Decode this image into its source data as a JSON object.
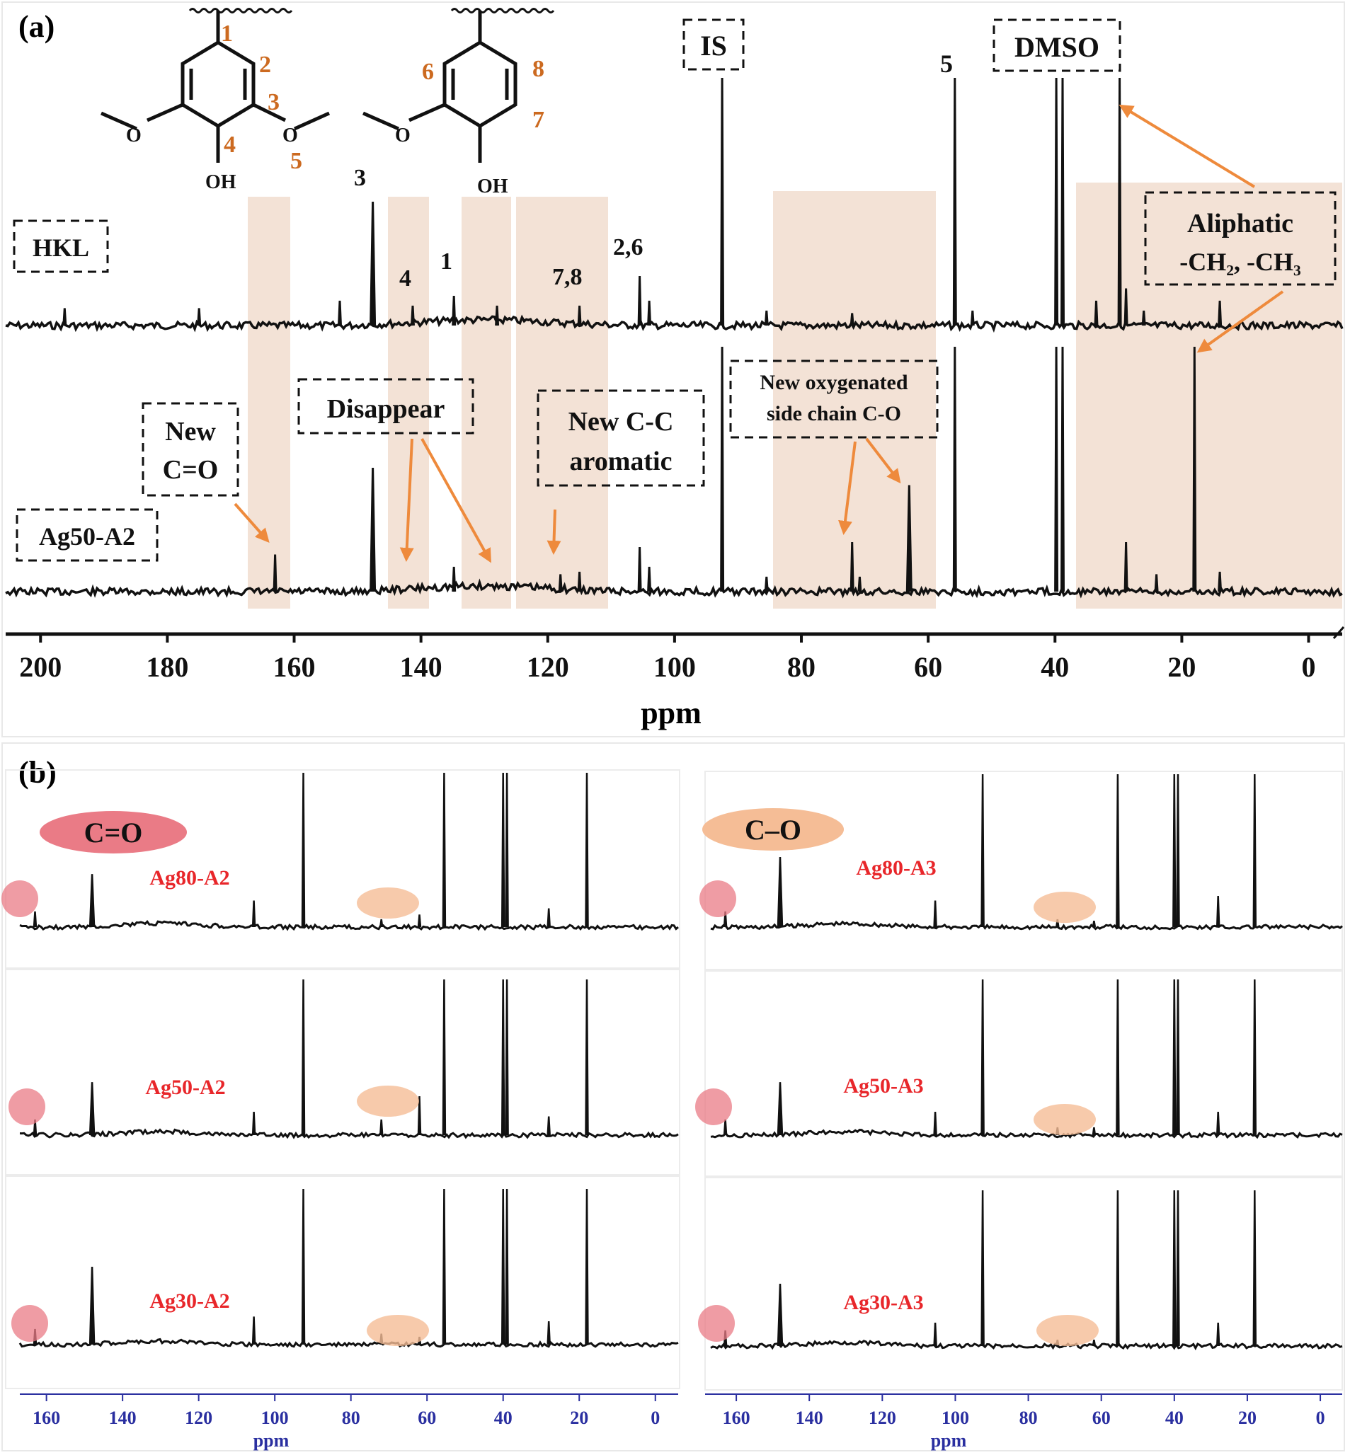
{
  "panel_a": {
    "panel_label": "(a)",
    "labels": {
      "hkl": "HKL",
      "ag50a2": "Ag50-A2",
      "is": "IS",
      "dmso": "DMSO",
      "aliphatic_1": "Aliphatic",
      "aliphatic_2": "-CH₂, -CH₃",
      "new_co_1": "New",
      "new_co_2": "C=O",
      "disappear": "Disappear",
      "new_cc_1": "New C-C",
      "new_cc_2": "aromatic",
      "new_ox_1": "New oxygenated",
      "new_ox_2": "side chain C-O"
    },
    "peak_labels": {
      "p3": "3",
      "p4": "4",
      "p1": "1",
      "p78": "7,8",
      "p26": "2,6",
      "p5": "5"
    },
    "structure_numbers": {
      "n1": "1",
      "n2": "2",
      "n3": "3",
      "n4": "4",
      "n5": "5",
      "n6": "6",
      "n7": "7",
      "n8": "8",
      "oh1": "OH",
      "oh2": "OH",
      "o1": "O",
      "o2": "O",
      "o3": "O"
    },
    "axis": {
      "xlabel": "ppm",
      "ticks": [
        "200",
        "180",
        "160",
        "140",
        "120",
        "100",
        "80",
        "60",
        "40",
        "20",
        "0"
      ]
    }
  },
  "panel_b": {
    "panel_label": "(b)",
    "left_badge": "C=O",
    "right_badge": "C–O",
    "left_labels": [
      "Ag80-A2",
      "Ag50-A2",
      "Ag30-A2"
    ],
    "right_labels": [
      "Ag80-A3",
      "Ag50-A3",
      "Ag30-A3"
    ],
    "axis": {
      "xlabel": "ppm",
      "ticks": [
        "160",
        "140",
        "120",
        "100",
        "80",
        "60",
        "40",
        "20",
        "0"
      ]
    }
  },
  "colors": {
    "highlight": "#f3e2d6",
    "arrow": "#ee8a3c",
    "red_label": "#e8262a",
    "axis_blue": "#2a2fa0",
    "co_pink": "#ea7b86",
    "co_orange": "#f5bd96"
  },
  "chart_data": [
    {
      "type": "line",
      "title": "",
      "xlabel": "ppm",
      "xlim": [
        200,
        0
      ],
      "x_reversed": true,
      "series": [
        {
          "name": "HKL",
          "peaks": [
            {
              "x": 196.2,
              "h": 0.07
            },
            {
              "x": 175.0,
              "h": 0.07
            },
            {
              "x": 152.8,
              "h": 0.1
            },
            {
              "x": 147.6,
              "h": 0.5
            },
            {
              "x": 141.3,
              "h": 0.08
            },
            {
              "x": 134.8,
              "h": 0.12
            },
            {
              "x": 128.0,
              "h": 0.08
            },
            {
              "x": 115.0,
              "h": 0.08
            },
            {
              "x": 105.5,
              "h": 0.2
            },
            {
              "x": 104.0,
              "h": 0.1
            },
            {
              "x": 92.5,
              "h": 1.0
            },
            {
              "x": 85.5,
              "h": 0.06
            },
            {
              "x": 72.0,
              "h": 0.05
            },
            {
              "x": 55.8,
              "h": 1.0
            },
            {
              "x": 53.0,
              "h": 0.06
            },
            {
              "x": 39.8,
              "h": 1.0
            },
            {
              "x": 38.8,
              "h": 1.0
            },
            {
              "x": 33.5,
              "h": 0.1
            },
            {
              "x": 29.8,
              "h": 1.0
            },
            {
              "x": 28.8,
              "h": 0.15
            },
            {
              "x": 26.0,
              "h": 0.06
            },
            {
              "x": 14.0,
              "h": 0.1
            }
          ]
        },
        {
          "name": "Ag50-A2",
          "peaks": [
            {
              "x": 163.0,
              "h": 0.15
            },
            {
              "x": 147.6,
              "h": 0.5
            },
            {
              "x": 134.8,
              "h": 0.1
            },
            {
              "x": 118.0,
              "h": 0.07
            },
            {
              "x": 115.0,
              "h": 0.08
            },
            {
              "x": 105.5,
              "h": 0.18
            },
            {
              "x": 104.0,
              "h": 0.1
            },
            {
              "x": 92.5,
              "h": 1.0
            },
            {
              "x": 85.5,
              "h": 0.06
            },
            {
              "x": 72.0,
              "h": 0.2
            },
            {
              "x": 70.8,
              "h": 0.06
            },
            {
              "x": 63.0,
              "h": 0.43
            },
            {
              "x": 55.8,
              "h": 1.0
            },
            {
              "x": 39.8,
              "h": 1.0
            },
            {
              "x": 38.8,
              "h": 1.0
            },
            {
              "x": 28.8,
              "h": 0.2
            },
            {
              "x": 24.0,
              "h": 0.07
            },
            {
              "x": 18.0,
              "h": 1.0
            },
            {
              "x": 14.0,
              "h": 0.08
            }
          ]
        }
      ]
    },
    {
      "type": "line",
      "title": "",
      "xlabel": "ppm",
      "xlim": [
        165,
        0
      ],
      "x_reversed": true,
      "series": [
        {
          "name": "Ag80-A2",
          "peaks": [
            {
              "x": 163.0,
              "h": 0.1
            },
            {
              "x": 148.0,
              "h": 0.34
            },
            {
              "x": 105.5,
              "h": 0.17
            },
            {
              "x": 92.5,
              "h": 1.0
            },
            {
              "x": 72.0,
              "h": 0.05
            },
            {
              "x": 62.0,
              "h": 0.08
            },
            {
              "x": 55.5,
              "h": 1.0
            },
            {
              "x": 40.0,
              "h": 1.0
            },
            {
              "x": 39.0,
              "h": 1.0
            },
            {
              "x": 28.0,
              "h": 0.12
            },
            {
              "x": 18.0,
              "h": 1.0
            }
          ]
        },
        {
          "name": "Ag50-A2",
          "peaks": [
            {
              "x": 163.0,
              "h": 0.1
            },
            {
              "x": 148.0,
              "h": 0.34
            },
            {
              "x": 105.5,
              "h": 0.15
            },
            {
              "x": 92.5,
              "h": 1.0
            },
            {
              "x": 72.0,
              "h": 0.1
            },
            {
              "x": 62.0,
              "h": 0.25
            },
            {
              "x": 55.5,
              "h": 1.0
            },
            {
              "x": 40.0,
              "h": 1.0
            },
            {
              "x": 39.0,
              "h": 1.0
            },
            {
              "x": 28.0,
              "h": 0.12
            },
            {
              "x": 18.0,
              "h": 1.0
            }
          ]
        },
        {
          "name": "Ag30-A2",
          "peaks": [
            {
              "x": 163.0,
              "h": 0.1
            },
            {
              "x": 148.0,
              "h": 0.5
            },
            {
              "x": 105.5,
              "h": 0.18
            },
            {
              "x": 92.5,
              "h": 1.0
            },
            {
              "x": 72.0,
              "h": 0.07
            },
            {
              "x": 62.0,
              "h": 0.05
            },
            {
              "x": 55.5,
              "h": 1.0
            },
            {
              "x": 40.0,
              "h": 1.0
            },
            {
              "x": 39.0,
              "h": 1.0
            },
            {
              "x": 28.0,
              "h": 0.15
            },
            {
              "x": 18.0,
              "h": 1.0
            }
          ]
        }
      ]
    },
    {
      "type": "line",
      "title": "",
      "xlabel": "ppm",
      "xlim": [
        165,
        0
      ],
      "x_reversed": true,
      "series": [
        {
          "name": "Ag80-A3",
          "peaks": [
            {
              "x": 163.0,
              "h": 0.1
            },
            {
              "x": 148.0,
              "h": 0.45
            },
            {
              "x": 105.5,
              "h": 0.17
            },
            {
              "x": 92.5,
              "h": 1.0
            },
            {
              "x": 72.0,
              "h": 0.05
            },
            {
              "x": 62.0,
              "h": 0.04
            },
            {
              "x": 55.5,
              "h": 1.0
            },
            {
              "x": 40.0,
              "h": 1.0
            },
            {
              "x": 39.0,
              "h": 1.0
            },
            {
              "x": 28.0,
              "h": 0.2
            },
            {
              "x": 18.0,
              "h": 1.0
            }
          ]
        },
        {
          "name": "Ag50-A3",
          "peaks": [
            {
              "x": 163.0,
              "h": 0.1
            },
            {
              "x": 148.0,
              "h": 0.34
            },
            {
              "x": 105.5,
              "h": 0.15
            },
            {
              "x": 92.5,
              "h": 1.0
            },
            {
              "x": 72.0,
              "h": 0.05
            },
            {
              "x": 62.0,
              "h": 0.05
            },
            {
              "x": 55.5,
              "h": 1.0
            },
            {
              "x": 40.0,
              "h": 1.0
            },
            {
              "x": 39.0,
              "h": 1.0
            },
            {
              "x": 28.0,
              "h": 0.15
            },
            {
              "x": 18.0,
              "h": 1.0
            }
          ]
        },
        {
          "name": "Ag30-A3",
          "peaks": [
            {
              "x": 163.0,
              "h": 0.1
            },
            {
              "x": 148.0,
              "h": 0.4
            },
            {
              "x": 105.5,
              "h": 0.15
            },
            {
              "x": 92.5,
              "h": 1.0
            },
            {
              "x": 72.0,
              "h": 0.04
            },
            {
              "x": 62.0,
              "h": 0.04
            },
            {
              "x": 55.5,
              "h": 1.0
            },
            {
              "x": 40.0,
              "h": 1.0
            },
            {
              "x": 39.0,
              "h": 1.0
            },
            {
              "x": 28.0,
              "h": 0.15
            },
            {
              "x": 18.0,
              "h": 1.0
            }
          ]
        }
      ]
    }
  ]
}
